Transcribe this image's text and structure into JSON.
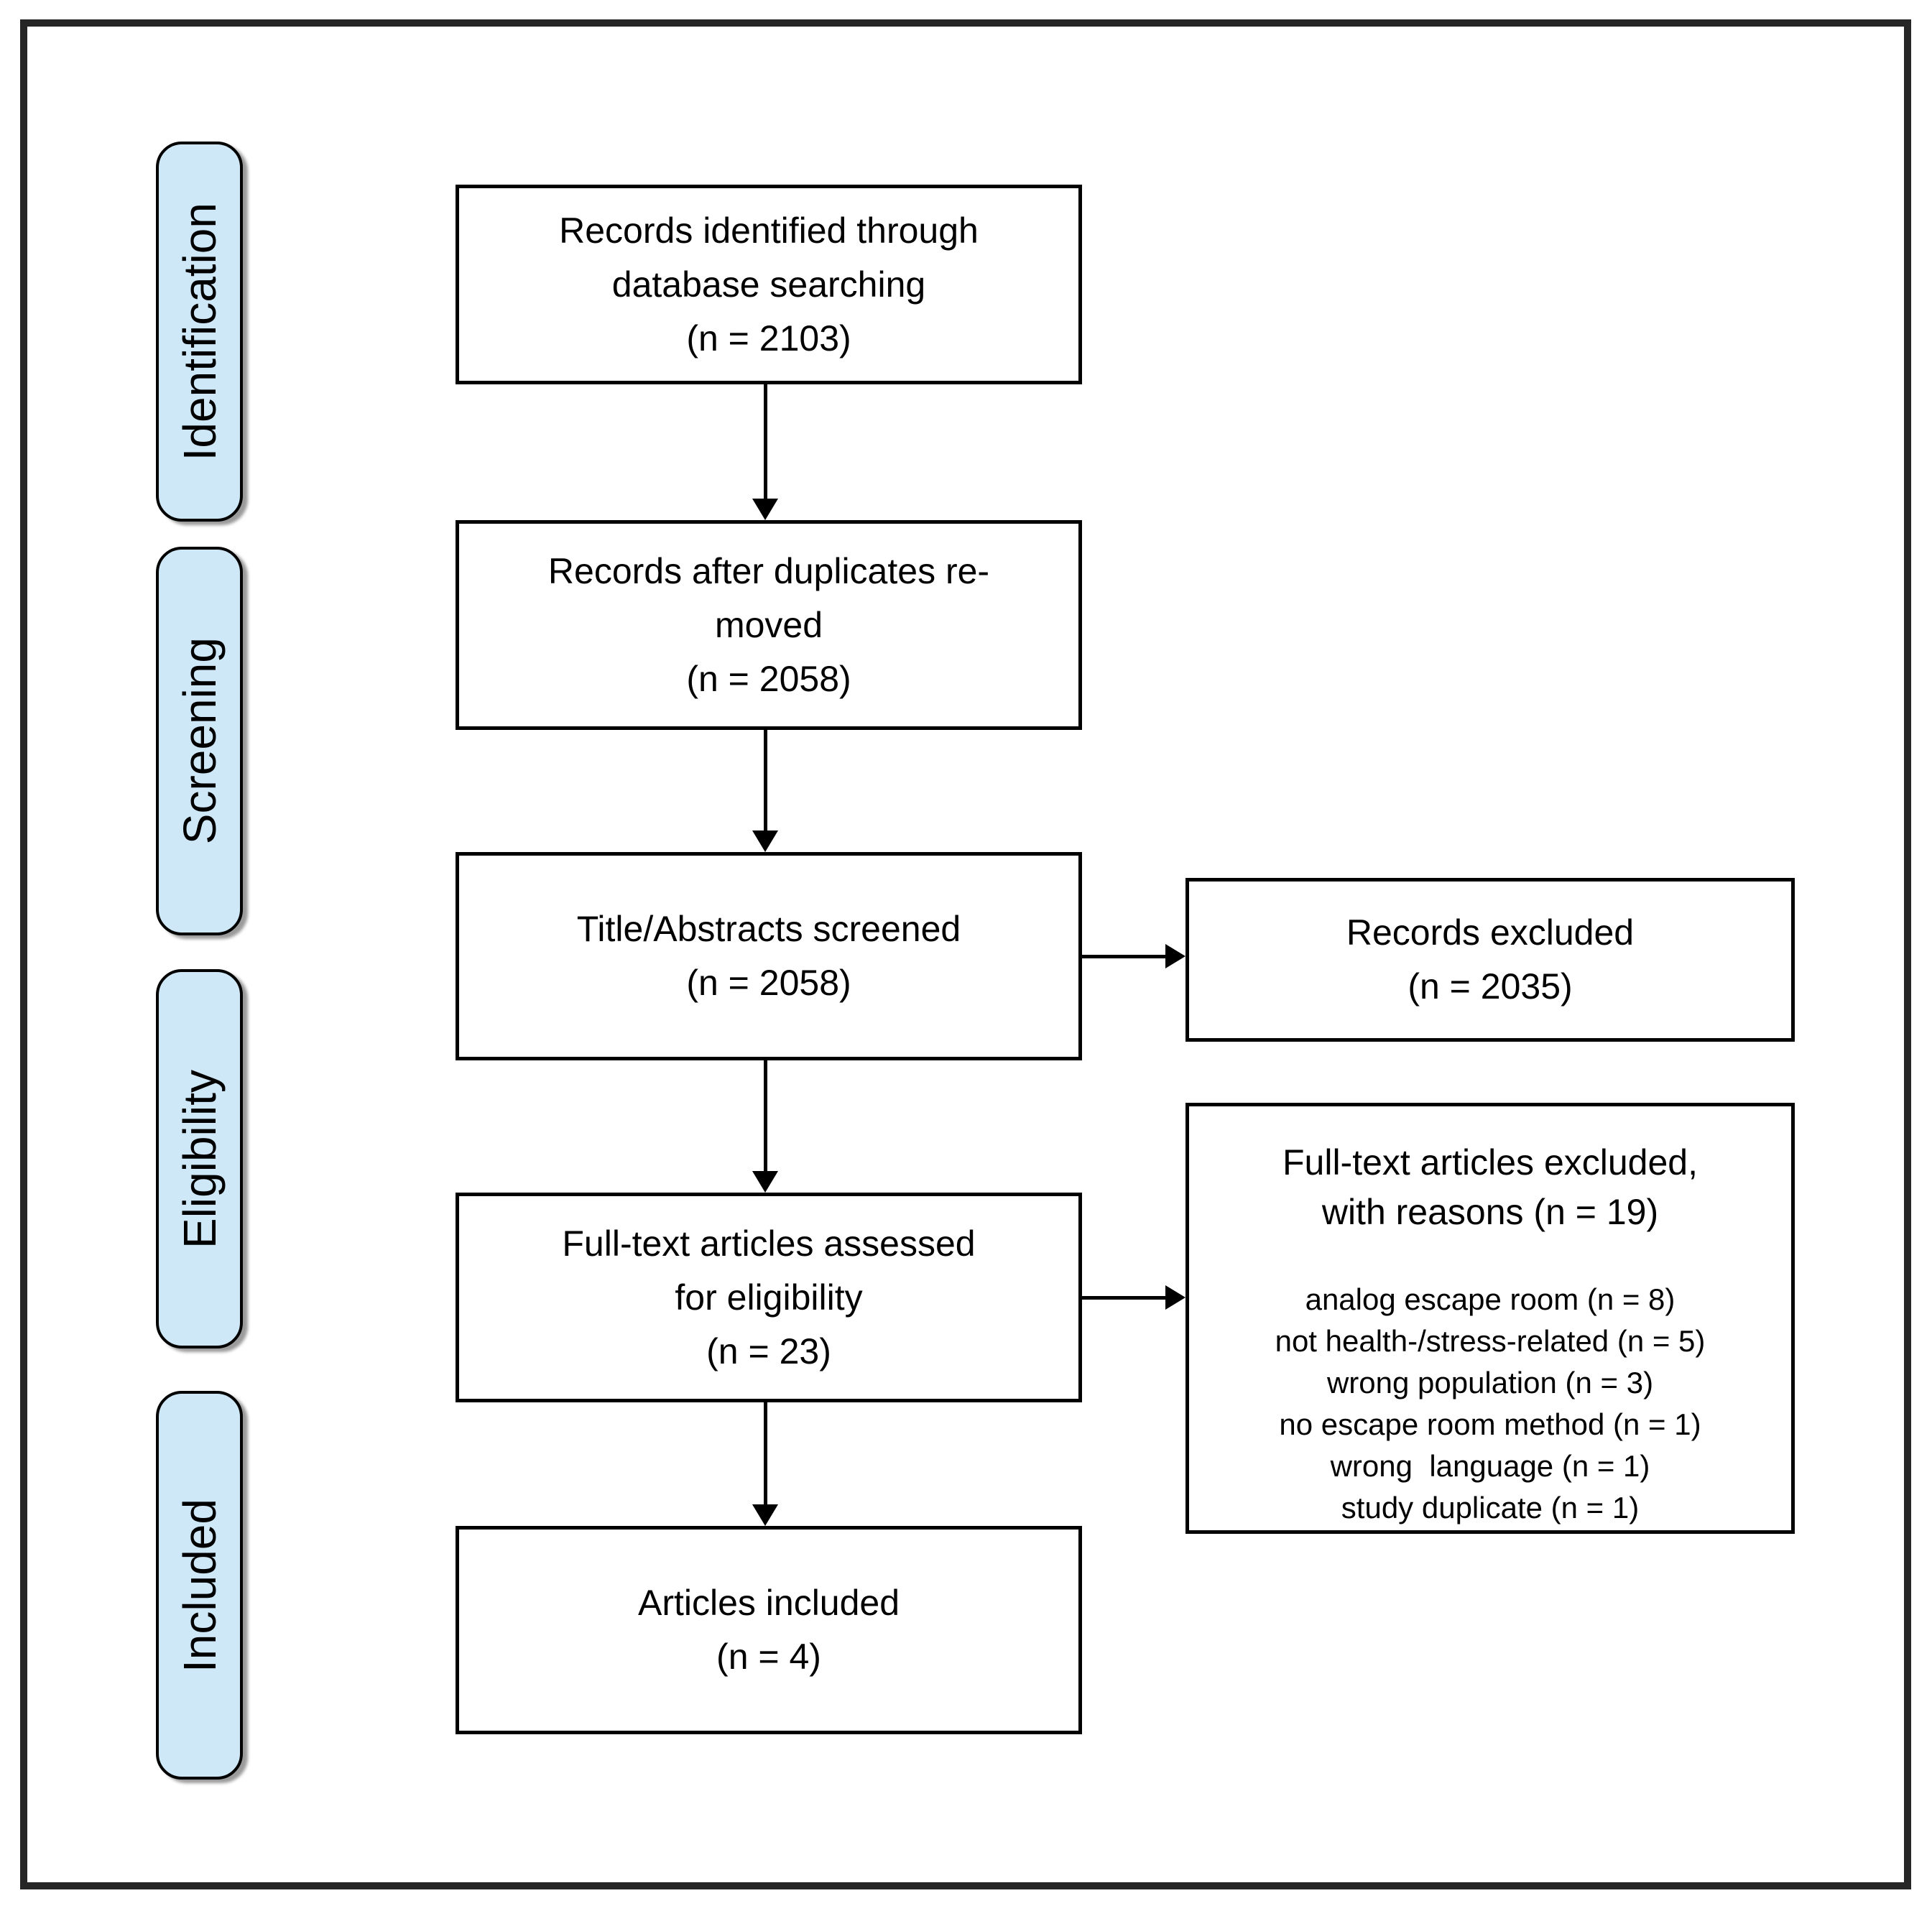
{
  "stages": [
    {
      "label": "Identification"
    },
    {
      "label": "Screening"
    },
    {
      "label": "Eligibility"
    },
    {
      "label": "Included"
    }
  ],
  "flow_boxes": [
    {
      "lines": [
        "Records identified through",
        "database searching",
        "(n = 2103)"
      ]
    },
    {
      "lines": [
        "Records after duplicates re-",
        "moved",
        "(n = 2058)"
      ]
    },
    {
      "lines": [
        "Title/Abstracts screened",
        "(n = 2058)"
      ]
    },
    {
      "lines": [
        "Full-text articles assessed",
        "for eligibility",
        "(n = 23)"
      ]
    },
    {
      "lines": [
        "Articles included",
        "(n = 4)"
      ]
    }
  ],
  "side_boxes": [
    {
      "lines": [
        "Records excluded",
        "(n = 2035)"
      ]
    },
    {
      "heading_lines": [
        "Full-text articles excluded,",
        "with reasons (n = 19)"
      ],
      "reasons": [
        "analog escape room (n = 8)",
        "not health-/stress-related (n = 5)",
        "wrong population (n = 3)",
        "no escape room method (n = 1)",
        "wrong  language (n = 1)",
        "study duplicate (n = 1)"
      ]
    }
  ],
  "colors": {
    "stage_fill": "#cfe8f8",
    "box_border": "#000000",
    "frame_border": "#262626",
    "background": "#ffffff",
    "text": "#000000"
  }
}
